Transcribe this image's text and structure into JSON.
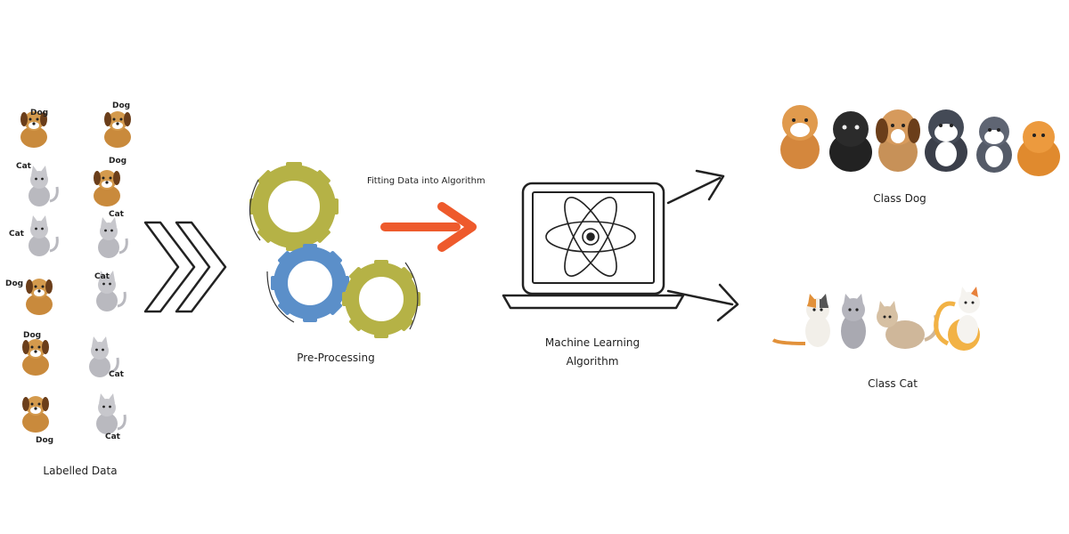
{
  "labelled_data": {
    "caption": "Labelled Data",
    "samples": [
      {
        "label": "Dog"
      },
      {
        "label": "Dog"
      },
      {
        "label": "Cat"
      },
      {
        "label": "Dog"
      },
      {
        "label": "Cat"
      },
      {
        "label": "Cat"
      },
      {
        "label": "Dog"
      },
      {
        "label": "Cat"
      },
      {
        "label": "Dog"
      },
      {
        "label": "Cat"
      },
      {
        "label": "Dog"
      },
      {
        "label": "Cat"
      }
    ]
  },
  "preprocessing": {
    "caption": "Pre-Processing",
    "gear_colors": [
      "#b5b246",
      "#5b8fc9",
      "#b5b246"
    ]
  },
  "fitting": {
    "label": "Fitting Data into Algorithm",
    "arrow_color": "#ee5a2c"
  },
  "algorithm": {
    "caption_line1": "Machine Learning",
    "caption_line2": "Algorithm",
    "icon": "atom-icon"
  },
  "outputs": {
    "class_dog": "Class Dog",
    "class_cat": "Class Cat"
  }
}
